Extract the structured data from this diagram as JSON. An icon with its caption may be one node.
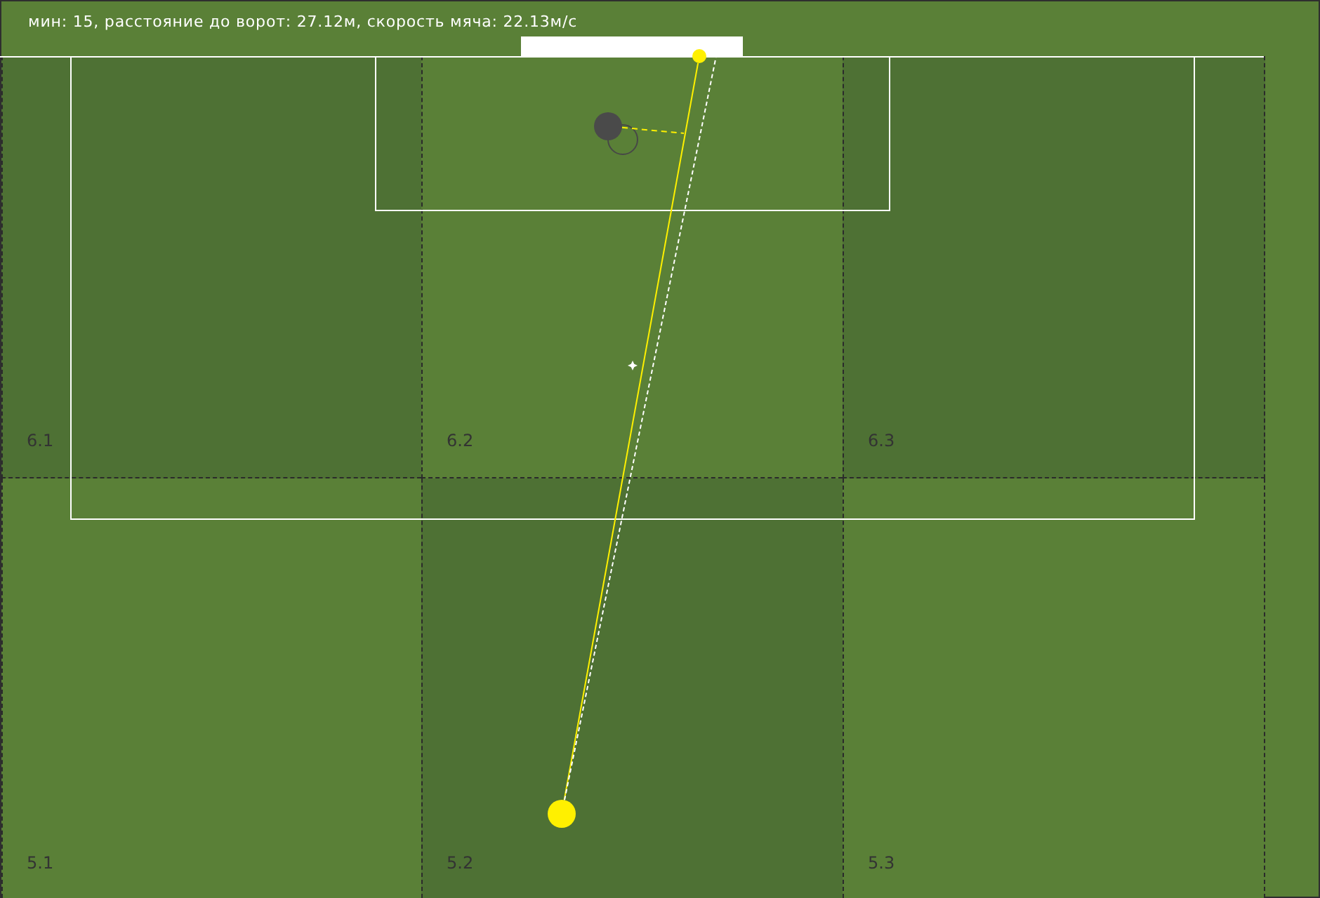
{
  "diagram": {
    "title": "мин: 15, расстояние до ворот: 27.12м, скорость мяча: 22.13м/с",
    "nodes": [
      {
        "text": [],
        "shape": "box"
      },
      {
        "text": [],
        "shape": "circle"
      },
      {
        "text": [
          "6.1"
        ]
      },
      {
        "text": [
          "6.2"
        ]
      },
      {
        "text": [
          "6.3"
        ]
      },
      {
        "text": [
          "5.1"
        ]
      },
      {
        "text": [
          "5.2"
        ]
      },
      {
        "text": [
          "5.3"
        ]
      },
      {
        "text": [],
        "shape": "circle",
        "in": 3
      },
      {
        "text": [],
        "shape": "circle",
        "in": 6
      }
    ],
    "edges": [
      {
        "from": 9,
        "to": 1,
        "arrow": "none"
      },
      {
        "from": 9,
        "to": 0,
        "arrow": "none",
        "style": "dashed",
        "color": "#ffffff"
      },
      {
        "from": 8,
        "to": null,
        "arrow": "none",
        "style": "dashed"
      }
    ]
  }
}
